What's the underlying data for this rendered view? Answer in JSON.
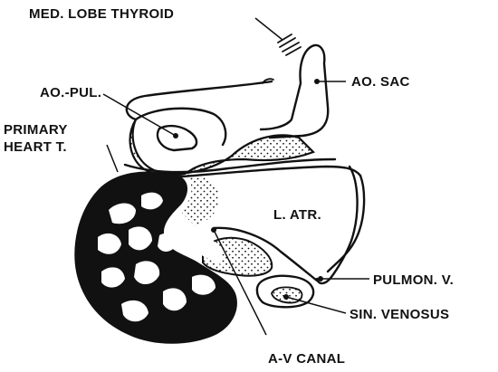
{
  "labels": {
    "med_lobe_thyroid": "MED. LOBE THYROID",
    "ao_sac": "AO. SAC",
    "ao_pul": "AO.-PUL.",
    "primary_heart_line1": "PRIMARY",
    "primary_heart_line2": "HEART T.",
    "l_atr": "L. ATR.",
    "pulmon_v": "PULMON. V.",
    "sin_venosus": "SIN. VENOSUS",
    "a_v_canal": "A-V CANAL"
  },
  "colors": {
    "ink": "#111111",
    "paper": "#ffffff"
  }
}
